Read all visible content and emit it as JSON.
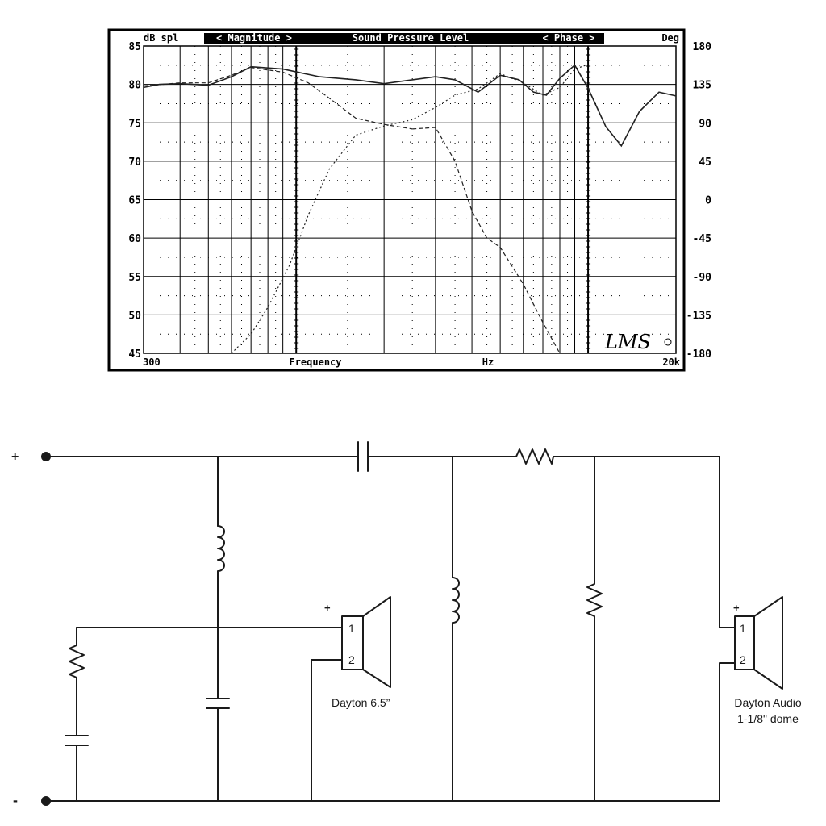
{
  "chart_data": {
    "type": "line",
    "title": "Sound Pressure Level",
    "header": {
      "left_unit": "dB spl",
      "magnitude_tag": "< Magnitude >",
      "phase_tag": "< Phase >",
      "right_unit": "Deg"
    },
    "xlabel": "Frequency",
    "xunit": "Hz",
    "xscale": "log",
    "xlim": [
      300,
      20000
    ],
    "x_tick_labels": [
      "300",
      "20k"
    ],
    "ylim": [
      45,
      85
    ],
    "y_ticks": [
      "85",
      "80",
      "75",
      "70",
      "65",
      "60",
      "55",
      "50",
      "45"
    ],
    "y2lim": [
      -180,
      180
    ],
    "y2_ticks": [
      "180",
      "135",
      "90",
      "45",
      "0",
      "-45",
      "-90",
      "-135",
      "-180"
    ],
    "grid": true,
    "brand": "LMS",
    "series": [
      {
        "style": "solid",
        "x": [
          300,
          340,
          400,
          500,
          600,
          700,
          900,
          1200,
          1600,
          2000,
          2500,
          3000,
          3500,
          4200,
          5000,
          5800,
          6500,
          7200,
          8000,
          9000,
          10000,
          11500,
          13000,
          15000,
          17500,
          20000
        ],
        "y": [
          79.6,
          80.0,
          80.1,
          79.9,
          81.0,
          82.3,
          82.0,
          81.0,
          80.6,
          80.1,
          80.6,
          81.0,
          80.6,
          79.0,
          81.2,
          80.6,
          79.0,
          78.6,
          80.8,
          82.5,
          79.5,
          74.5,
          72.0,
          76.5,
          79.0,
          78.5
        ]
      },
      {
        "style": "dashed",
        "x": [
          300,
          400,
          500,
          600,
          700,
          900,
          1100,
          1300,
          1600,
          2000,
          2500
        ],
        "y": [
          79.8,
          80.2,
          80.2,
          81.2,
          82.2,
          81.6,
          80.2,
          78.2,
          75.6,
          74.8,
          74.2
        ]
      },
      {
        "style": "dotted",
        "x": [
          600,
          700,
          800,
          950,
          1100,
          1300,
          1600,
          2000,
          2500,
          3000,
          3500,
          4200,
          5000,
          6000,
          7000,
          8000,
          9000,
          10000
        ],
        "y": [
          45.0,
          47.5,
          51.0,
          56.5,
          63.0,
          69.0,
          73.4,
          74.6,
          75.4,
          77.0,
          78.6,
          79.4,
          81.4,
          80.2,
          78.6,
          79.6,
          82.0,
          82.6
        ]
      },
      {
        "style": "dashed",
        "x": [
          2500,
          3000,
          3500,
          4000,
          4500,
          5000,
          6000,
          7000,
          8000
        ],
        "y": [
          74.2,
          74.4,
          70.0,
          63.5,
          60.0,
          58.8,
          54.0,
          49.0,
          45.0
        ]
      }
    ]
  },
  "schematic": {
    "terminal_plus": "+",
    "terminal_minus": "-",
    "woofer": {
      "plus": "+",
      "pin1": "1",
      "pin2": "2",
      "label": "Dayton 6.5”"
    },
    "tweeter": {
      "plus": "+",
      "pin1": "1",
      "pin2": "2",
      "label_line1": "Dayton Audio",
      "label_line2": "1-1/8\" dome"
    }
  },
  "colors": {
    "ink": "#1a1a1a",
    "background": "#ffffff"
  }
}
